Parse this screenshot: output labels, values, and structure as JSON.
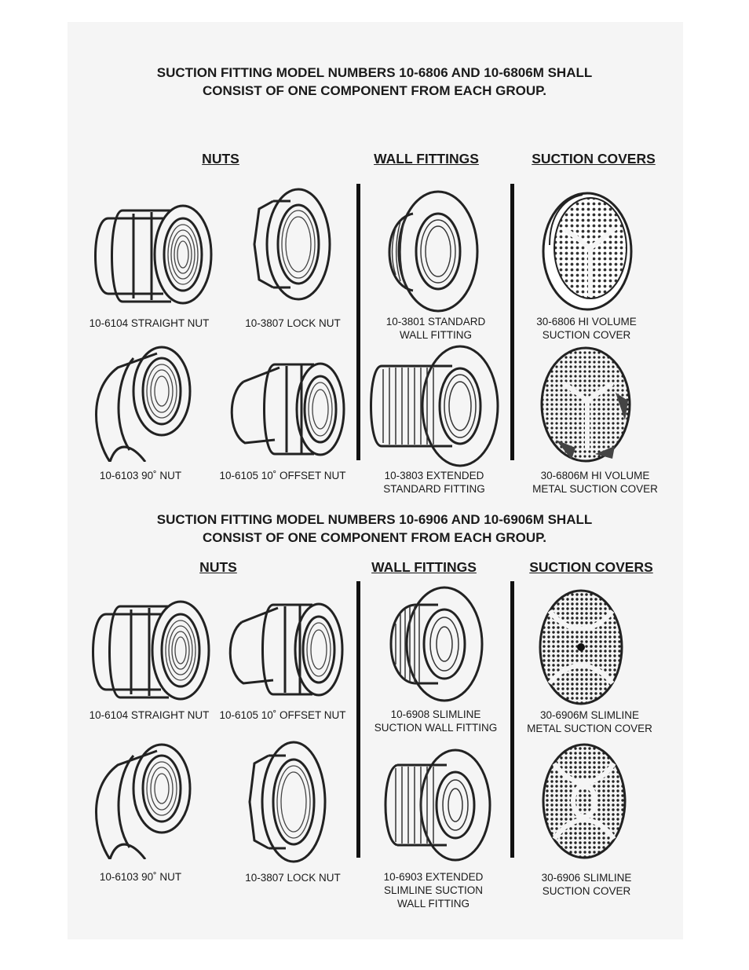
{
  "sections": [
    {
      "heading_line1": "SUCTION FITTING MODEL NUMBERS 10-6806 AND 10-6806M SHALL",
      "heading_line2": "CONSIST OF ONE  COMPONENT FROM EACH GROUP.",
      "col_nuts": "NUTS",
      "col_wall": "WALL FITTINGS",
      "col_covers": "SUCTION COVERS",
      "items": {
        "nut_a": "10-6104 STRAIGHT NUT",
        "nut_b": "10-3807 LOCK NUT",
        "nut_c": "10-6103  90˚ NUT",
        "nut_d": "10-6105  10˚ OFFSET NUT",
        "wall_a": [
          "10-3801 STANDARD",
          "WALL FITTING"
        ],
        "wall_b": [
          "10-3803  EXTENDED",
          "STANDARD FITTING"
        ],
        "cover_a": [
          "30-6806 HI VOLUME",
          "SUCTION COVER"
        ],
        "cover_b": [
          "30-6806M  HI VOLUME",
          "METAL SUCTION COVER"
        ]
      }
    },
    {
      "heading_line1": "SUCTION FITTING MODEL NUMBERS 10-6906 AND 10-6906M SHALL",
      "heading_line2": "CONSIST OF ONE  COMPONENT FROM EACH GROUP.",
      "col_nuts": "NUTS",
      "col_wall": "WALL FITTINGS",
      "col_covers": "SUCTION COVERS",
      "items": {
        "nut_a": "10-6104 STRAIGHT NUT",
        "nut_b": "10-6105  10˚ OFFSET NUT",
        "nut_c": "10-6103  90˚ NUT",
        "nut_d": "10-3807 LOCK NUT",
        "wall_a": [
          "10-6908 SLIMLINE",
          "SUCTION WALL FITTING"
        ],
        "wall_b": [
          "10-6903  EXTENDED",
          "SLIMLINE SUCTION",
          "WALL FITTING"
        ],
        "cover_a": [
          "30-6906M  SLIMLINE",
          "METAL SUCTION COVER"
        ],
        "cover_b": [
          "30-6906  SLIMLINE",
          "SUCTION COVER"
        ]
      }
    }
  ],
  "icons": [
    "straight-nut-icon",
    "lock-nut-icon",
    "elbow-nut-icon",
    "offset-nut-icon",
    "wall-fitting-icon",
    "extended-wall-fitting-icon",
    "hi-volume-cover-icon",
    "slimline-cover-icon"
  ]
}
